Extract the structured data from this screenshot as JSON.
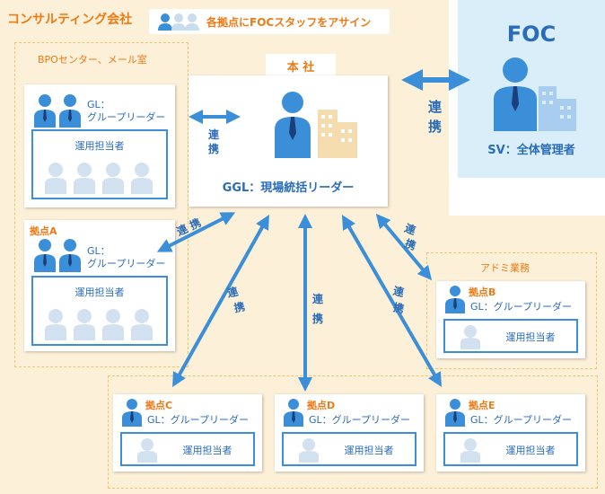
{
  "consulting": {
    "title": "コンサルティング会社"
  },
  "banner": {
    "text": "各拠点にFOCスタッフをアサイン"
  },
  "bpo": {
    "title": "BPOセンター、メール室",
    "gl_line1": "GL：",
    "gl_line2": "グループリーダー",
    "operator": "運用担当者"
  },
  "site_a": {
    "label": "拠点A",
    "gl_line1": "GL：",
    "gl_line2": "グループリーダー",
    "operator": "運用担当者"
  },
  "hq": {
    "tab": "本 社",
    "ggl": "GGL：現場統括リーダー"
  },
  "foc": {
    "title": "FOC",
    "sv": "SV：全体管理者"
  },
  "admin": {
    "title": "アドミ業務"
  },
  "site_b": {
    "label": "拠点B",
    "gl": "GL：グループリーダー",
    "operator": "運用担当者"
  },
  "site_c": {
    "label": "拠点C",
    "gl": "GL：グループリーダー",
    "operator": "運用担当者"
  },
  "site_d": {
    "label": "拠点D",
    "gl": "GL：グループリーダー",
    "operator": "運用担当者"
  },
  "site_e": {
    "label": "拠点E",
    "gl": "GL：グループリーダー",
    "operator": "運用担当者"
  },
  "links": {
    "ren": "連",
    "kei": "携"
  },
  "colors": {
    "orange_bg": "#fdf0d8",
    "foc_bg": "#daeefa",
    "blue": "#3a8fd8",
    "orange": "#ee7a14",
    "person_gray": "#d2e1ef"
  }
}
